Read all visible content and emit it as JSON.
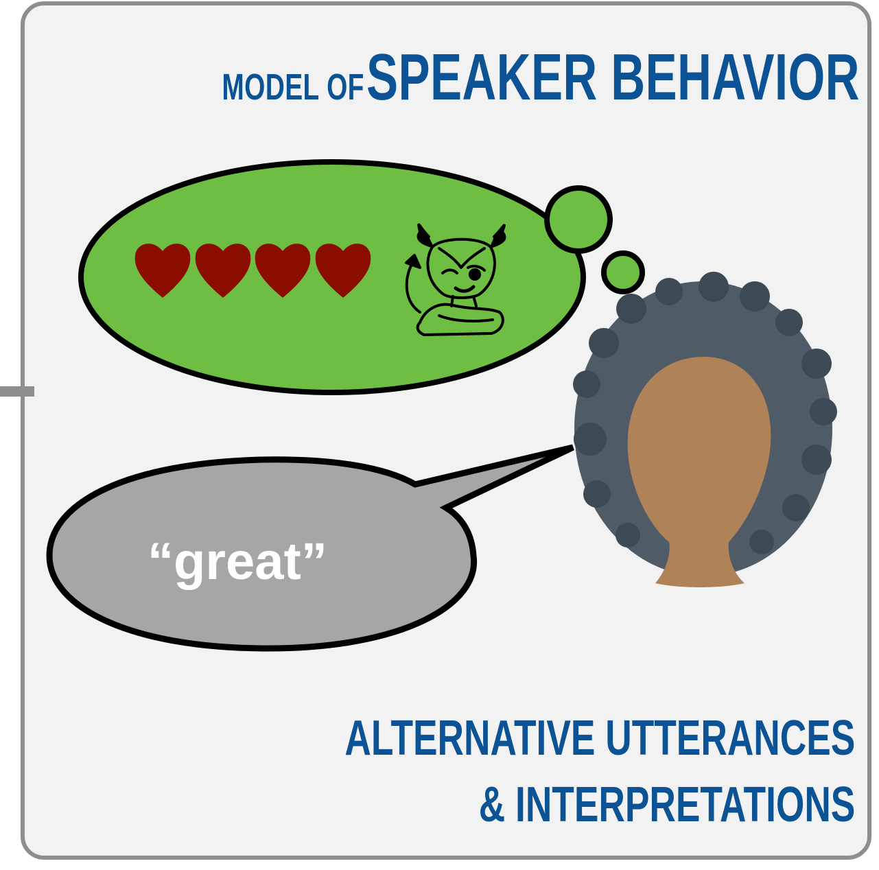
{
  "title": {
    "prefix": "Model of",
    "main": "Speaker Behavior"
  },
  "thought_bubble": {
    "hearts": 4,
    "heart_color": "#8b0d00",
    "bubble_color": "#6ebe44",
    "icon": "devil-girl-icon"
  },
  "speech_bubble": {
    "text": "“great”",
    "bubble_color": "#a5a7a6"
  },
  "speaker": {
    "icon": "speaker-head-icon"
  },
  "footer": {
    "line1": "Alternative utterances",
    "line2": "& interpretations"
  },
  "colors": {
    "accent": "#0b5394",
    "frame": "#8e8e8e"
  }
}
